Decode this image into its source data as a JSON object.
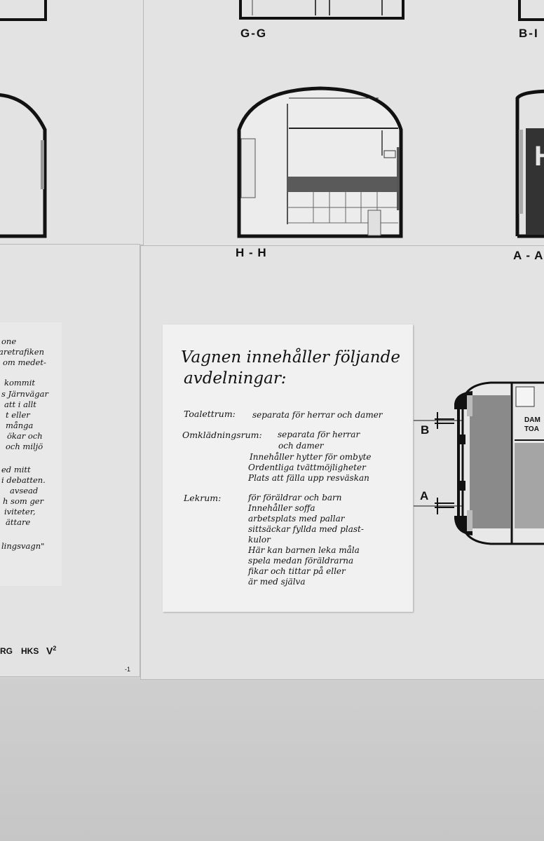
{
  "section_labels": {
    "gg": "G-G",
    "bb": "B-I",
    "hh": "H - H",
    "aa": "A - A"
  },
  "left_panel_lines": [
    "one",
    "aretrafiken",
    "om medet-",
    "kommit",
    "s Järnvägar",
    "att i allt",
    "t eller",
    "många",
    "ökar och",
    "och miljö",
    "ed mitt",
    "i debatten.",
    "avsead",
    "h som ger",
    "iviteter,",
    "ättare",
    "lingsvagn\""
  ],
  "footer": {
    "rg": "RG",
    "hks": "HKS",
    "v": "V",
    "v_sup": "2",
    "page_mark": "-1"
  },
  "notice": {
    "heading_line1": "Vagnen innehåller följande",
    "heading_line2": "avdelningar:",
    "toilet_label": "Toalettrum:",
    "toilet_text": "separata för herrar och damer",
    "changing_label": "Omklädningsrum:",
    "changing_lines": [
      "separata för herrar",
      "och damer",
      "Innehåller hytter för ombyte",
      "Ordentliga tvättmöjligheter",
      "Plats att fälla upp resväskan"
    ],
    "play_label": "Lekrum:",
    "play_lines": [
      "för föräldrar och barn",
      "Innehåller soffa",
      "arbetsplats med pallar",
      "sittsäckar fyllda med plast-",
      "kulor",
      "Här kan barnen leka måla",
      "spela medan föräldrarna",
      "fikar och tittar på eller",
      "är med själva"
    ]
  },
  "plan": {
    "marker_b": "B",
    "marker_a": "A",
    "room_line1": "DAM",
    "room_line2": "TOA"
  }
}
